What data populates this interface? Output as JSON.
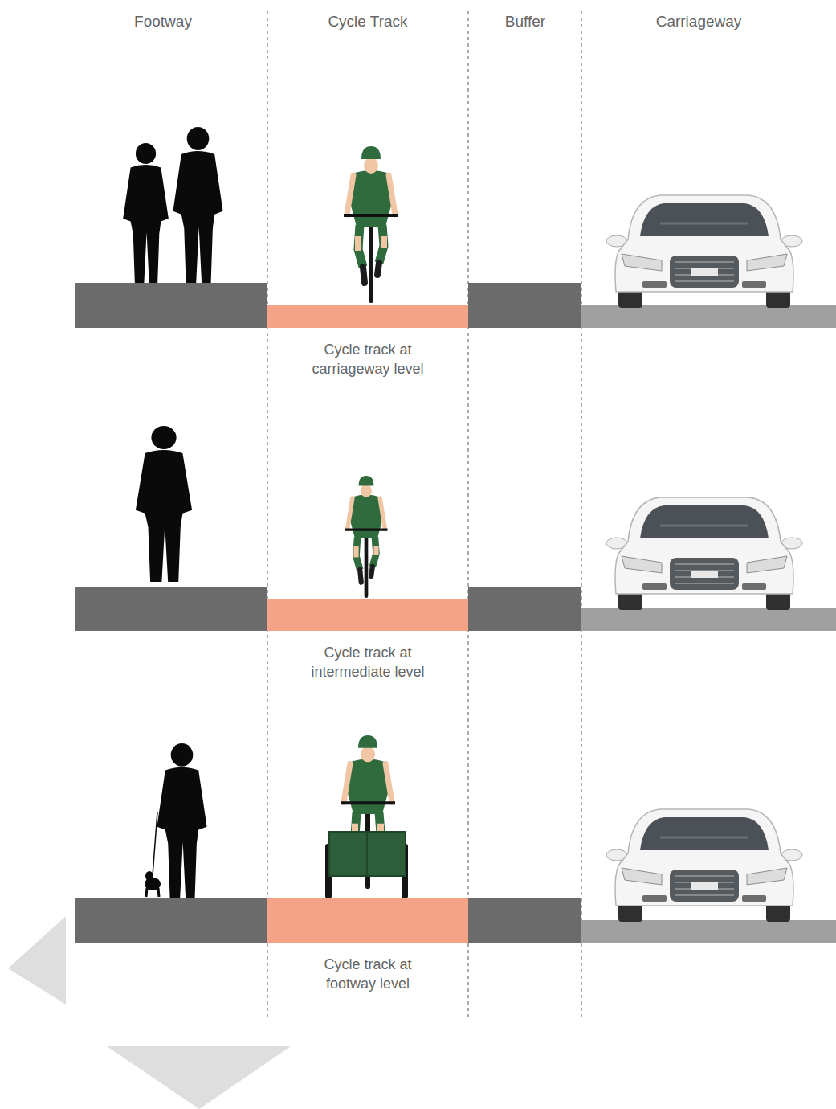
{
  "diagram": {
    "labels": [
      "Footway",
      "Cycle Track",
      "Buffer",
      "Carriageway",
      "Cycle track at carriageway level",
      "Cycle track at intermediate level",
      "Cycle track at footway level"
    ]
  }
}
